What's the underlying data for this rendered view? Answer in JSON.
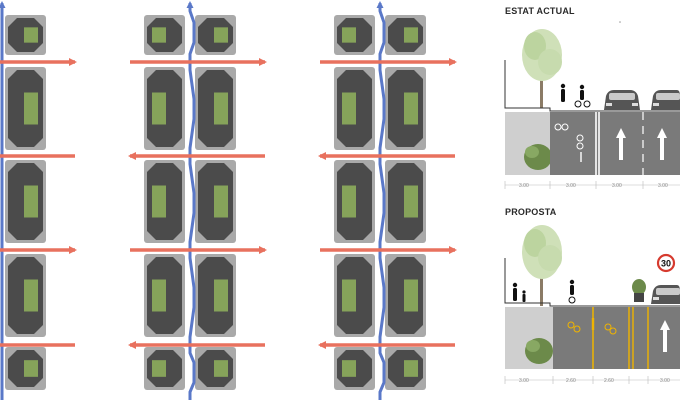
{
  "sections": {
    "current": {
      "title": "ESTAT ACTUAL",
      "dimensions": [
        "3.00",
        "3.00",
        "3.00",
        "3.00"
      ]
    },
    "proposal": {
      "title": "PROPOSTA",
      "dimensions": [
        "3.00",
        "2.60",
        "2.60",
        "3.00"
      ],
      "speed_sign": "30"
    }
  },
  "plan_panels": [
    {
      "name": "plan-current",
      "lane": "straight"
    },
    {
      "name": "plan-proposal-a",
      "lane": "zigzag"
    },
    {
      "name": "plan-proposal-b",
      "lane": "zigzag"
    }
  ],
  "colors": {
    "block": "#4b4b4b",
    "sidewalk": "#a9a9a9",
    "green": "#86a35a",
    "bike_lane": "#5a78c8",
    "traffic_arrow": "#e8715e",
    "yellow_marking": "#f0b400",
    "section_pavement": "#7a7a7a"
  }
}
